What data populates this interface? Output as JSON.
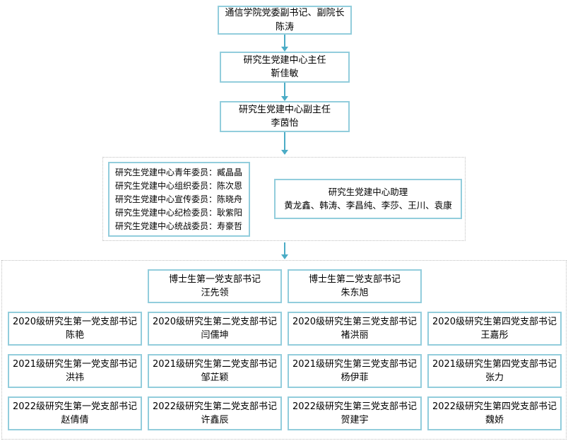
{
  "colors": {
    "box_border": "#92CDDC",
    "arrow": "#4BACC6",
    "dashed_border": "#BFBFBF"
  },
  "org": {
    "level1": {
      "title": "通信学院党委副书记、副院长",
      "name": "陈涛"
    },
    "level2": {
      "title": "研究生党建中心主任",
      "name": "靳佳敏"
    },
    "level3": {
      "title": "研究生党建中心副主任",
      "name": "李茵怡"
    },
    "level4": {
      "committee_lines": [
        "研究生党建中心青年委员：臧晶晶",
        "研究生党建中心组织委员：陈次恩",
        "研究生党建中心宣传委员：陈晓舟",
        "研究生党建中心纪检委员：耿紫阳",
        "研究生党建中心统战委员：寿豪哲"
      ],
      "assistant": {
        "title": "研究生党建中心助理",
        "names": "黄龙鑫、韩涛、李昌纯、李莎、王川、袁康"
      }
    },
    "branches": {
      "row1": [
        {
          "title": "博士生第一党支部书记",
          "name": "汪先领"
        },
        {
          "title": "博士生第二党支部书记",
          "name": "朱东旭"
        }
      ],
      "grid": [
        [
          {
            "title": "2020级研究生第一党支部书记",
            "name": "陈艳"
          },
          {
            "title": "2020级研究生第二党支部书记",
            "name": "闫儒坤"
          },
          {
            "title": "2020级研究生第三党支部书记",
            "name": "褚洪丽"
          },
          {
            "title": "2020级研究生第四党支部书记",
            "name": "王嘉彤"
          }
        ],
        [
          {
            "title": "2021级研究生第一党支部书记",
            "name": "洪祎"
          },
          {
            "title": "2021级研究生第二党支部书记",
            "name": "邹芷颖"
          },
          {
            "title": "2021级研究生第三党支部书记",
            "name": "杨伊菲"
          },
          {
            "title": "2021级研究生第四党支部书记",
            "name": "张力"
          }
        ],
        [
          {
            "title": "2022级研究生第一党支部书记",
            "name": "赵倩倩"
          },
          {
            "title": "2022级研究生第二党支部书记",
            "name": "许鑫辰"
          },
          {
            "title": "2022级研究生第三党支部书记",
            "name": "贺建宇"
          },
          {
            "title": "2022级研究生第四党支部书记",
            "name": "魏娇"
          }
        ]
      ]
    }
  }
}
